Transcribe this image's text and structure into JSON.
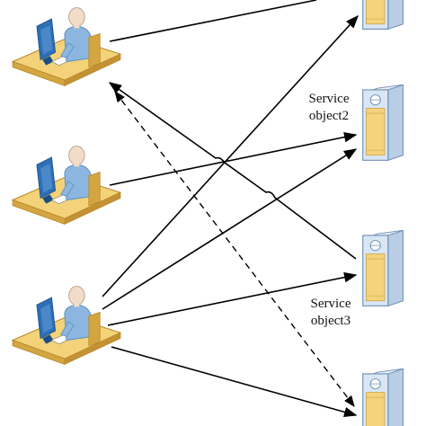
{
  "diagram": {
    "service_labels": {
      "object2": [
        "Service",
        "object2"
      ],
      "object3": [
        "Service",
        "object3"
      ]
    }
  },
  "colors": {
    "background": "#ffffff",
    "arrow": "#000000",
    "desk_top": "#f3d27a",
    "desk_side": "#d4a642",
    "desk_edge": "#b88a2a",
    "person_skin": "#f2dcc8",
    "person_shirt": "#8cb6df",
    "person_shirt_dark": "#5a8fc4",
    "monitor": "#2d6fb5",
    "monitor_screen": "#dbe9f7",
    "server_body": "#d9e6f4",
    "server_front": "#f5d27c",
    "server_outline": "#6e8fb3"
  },
  "icons": {
    "workstation": "person-at-computer-icon",
    "server": "server-tower-icon"
  }
}
